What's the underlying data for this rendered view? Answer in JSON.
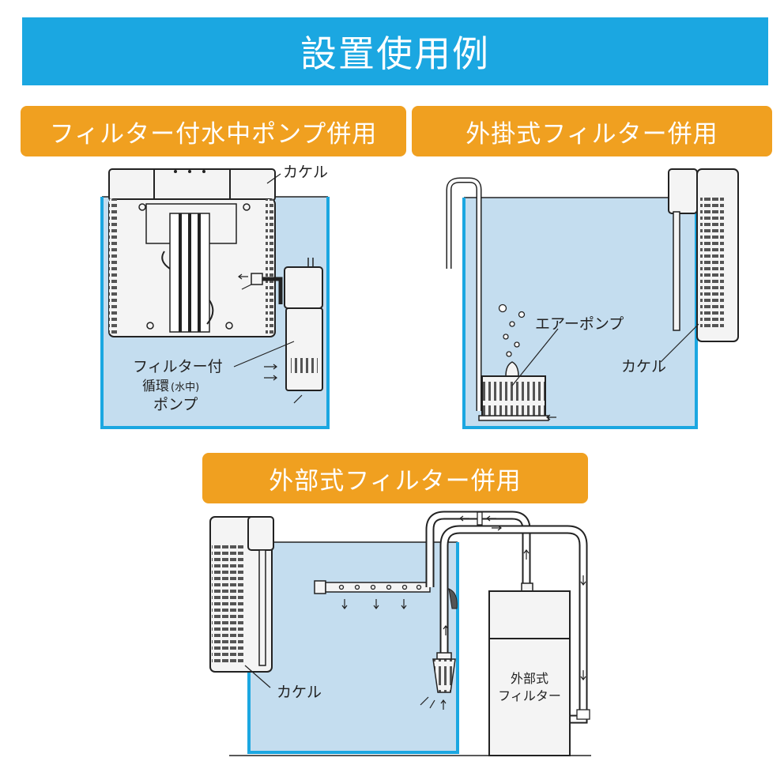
{
  "title": "設置使用例",
  "sections": {
    "pump": {
      "heading": "フィルター付水中ポンプ併用",
      "label_kakeru": "カケル",
      "label_pump_1": "フィルター付",
      "label_pump_2": "循環",
      "label_pump_3": "(水中)",
      "label_pump_4": "ポンプ"
    },
    "hangon": {
      "heading": "外掛式フィルター併用",
      "label_airpump": "エアーポンプ",
      "label_kakeru": "カケル"
    },
    "external": {
      "heading": "外部式フィルター併用",
      "label_kakeru": "カケル",
      "label_filter_1": "外部式",
      "label_filter_2": "フィルター"
    }
  },
  "colors": {
    "banner": "#1ba7e1",
    "tag": "#f0a020",
    "water": "#c4ddef",
    "tank": "#1ba7e1",
    "outline": "#222222",
    "device": "#f4f4f4"
  }
}
